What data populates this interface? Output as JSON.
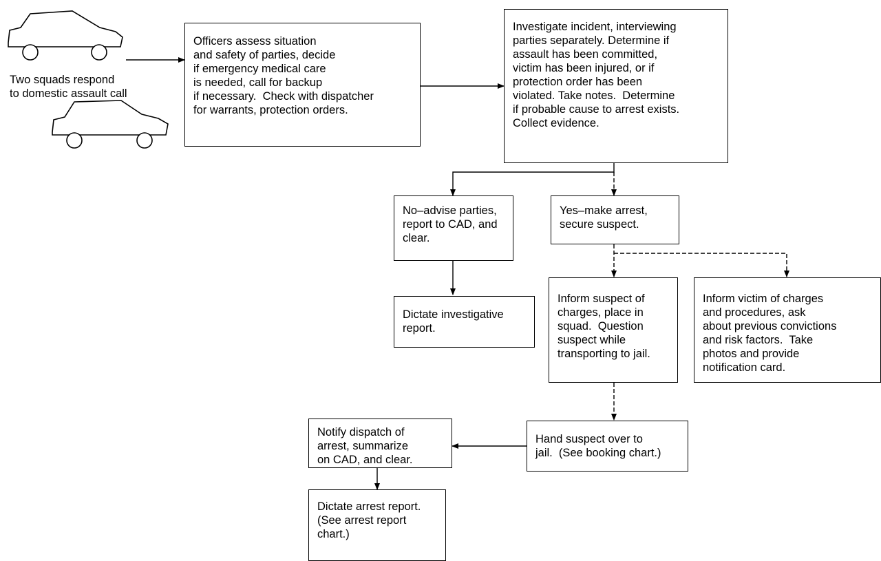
{
  "caption": {
    "text": "Two squads respond\nto domestic assault call"
  },
  "icons": {
    "squad_car": "car-icon"
  },
  "boxes": {
    "assess": "Officers assess situation\nand safety of parties, decide\nif emergency medical care\nis needed, call for backup\nif necessary.  Check with dispatcher\nfor warrants, protection orders.",
    "investigate": "Investigate incident, interviewing\nparties separately. Determine if\nassault has been committed,\nvictim has been injured, or if\nprotection order has been\nviolated. Take notes.  Determine\nif probable cause to arrest exists.\nCollect evidence.",
    "no_advise": "No–advise parties,\nreport to CAD, and\nclear.",
    "yes_arrest": "Yes–make arrest,\nsecure suspect.",
    "dictate_investigative": "Dictate investigative\nreport.",
    "inform_suspect": "Inform suspect of\ncharges, place in\nsquad.  Question\nsuspect while\ntransporting to jail.",
    "inform_victim": "Inform victim of charges\nand procedures, ask\nabout previous convictions\nand risk factors.  Take\nphotos and provide\nnotification card.",
    "hand_over": "Hand suspect over to\njail.  (See booking chart.)",
    "notify_dispatch": "Notify dispatch of\narrest, summarize\non CAD, and clear.",
    "dictate_arrest": "Dictate arrest report.\n(See arrest report\nchart.)"
  }
}
